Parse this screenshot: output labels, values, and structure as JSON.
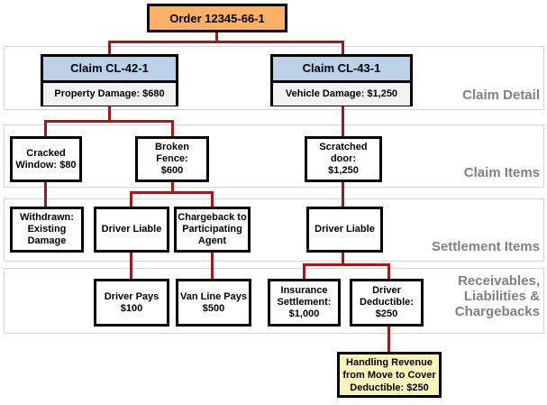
{
  "diagram": {
    "title_node": {
      "label": "Order 12345-66-1"
    },
    "bands": [
      {
        "name": "claim-detail",
        "label": "Claim Detail"
      },
      {
        "name": "claim-items",
        "label": "Claim Items"
      },
      {
        "name": "settlement-items",
        "label": "Settlement Items"
      },
      {
        "name": "receivables",
        "label": "Receivables,\nLiabilities &\nChargebacks"
      }
    ],
    "claims": [
      {
        "name": "claim-cl-42-1",
        "header": "Claim CL-42-1",
        "body": "Property Damage: $680"
      },
      {
        "name": "claim-cl-43-1",
        "header": "Claim CL-43-1",
        "body": "Vehicle Damage: $1,250"
      }
    ],
    "claim_items": [
      {
        "name": "cracked-window",
        "label": "Cracked\nWindow: $80"
      },
      {
        "name": "broken-fence",
        "label": "Broken Fence:\n$600"
      },
      {
        "name": "scratched-door",
        "label": "Scratched door:\n$1,250"
      }
    ],
    "settlement_items": [
      {
        "name": "withdrawn-existing-damage",
        "label": "Withdrawn:\nExisting\nDamage"
      },
      {
        "name": "driver-liable-left",
        "label": "Driver Liable"
      },
      {
        "name": "chargeback-participating-agent",
        "label": "Chargeback to\nParticipating\nAgent"
      },
      {
        "name": "driver-liable-right",
        "label": "Driver Liable"
      }
    ],
    "receivable_items": [
      {
        "name": "driver-pays",
        "label": "Driver Pays\n$100"
      },
      {
        "name": "van-line-pays",
        "label": "Van Line Pays\n$500"
      },
      {
        "name": "insurance-settlement",
        "label": "Insurance\nSettlement:\n$1,000"
      },
      {
        "name": "driver-deductible",
        "label": "Driver\nDeductible:\n$250"
      }
    ],
    "note": {
      "name": "handling-revenue-note",
      "label": "Handling Revenue\nfrom Move to Cover\nDeductible: $250"
    },
    "colors": {
      "order_fill": "#fbb066",
      "claim_header_fill": "#bdd2ea",
      "claim_body_fill": "#f2f2f2",
      "note_fill": "#fbf5ba",
      "connector": "#9c1b1b",
      "band_label": "#808080",
      "border": "#000000",
      "band_border": "#d4d4d4"
    }
  }
}
